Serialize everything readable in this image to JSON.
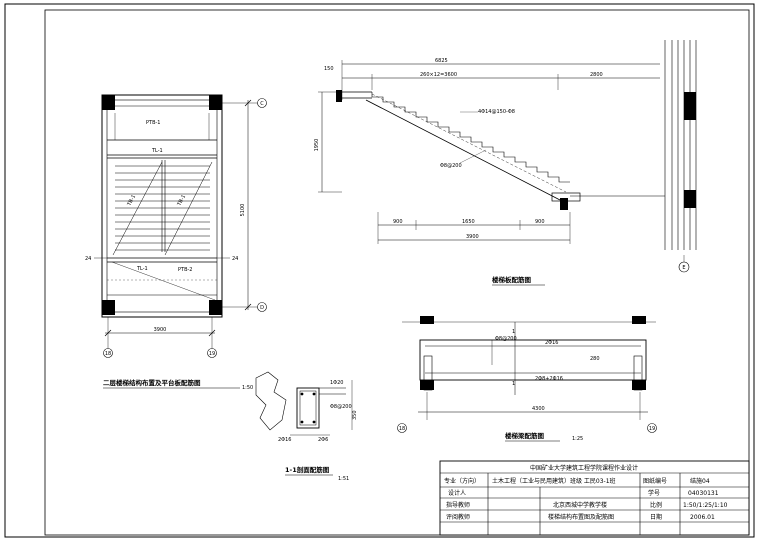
{
  "plan": {
    "dim_width": "3900",
    "dim_height": "5100",
    "axis_left": "18",
    "axis_right": "19",
    "axis_top": "C",
    "axis_bottom": "D",
    "level_left": "24",
    "level_right": "24",
    "tag_ptb1": "PTB-1",
    "tag_tl1": "TL-1",
    "tag_tl2": "TL-1",
    "tag_ptb2": "PTB-2",
    "tag_tb1": "TB-1",
    "tag_tb2": "TB-1",
    "title": "二层楼梯结构布置及平台板配筋图",
    "scale": "1:50"
  },
  "stair_section": {
    "dim_top": "6825",
    "dim_steps": "260×12=3600",
    "dim_right": "2800",
    "dim_left_small": "150",
    "dim_rise": "1950",
    "note_bar": "Φ8@200",
    "note_top": "4Φ14@150-Φ8",
    "dim_b1": "900",
    "dim_b2": "1650",
    "dim_b3": "900",
    "dim_total": "3900",
    "axis_e": "E",
    "title": "楼梯板配筋图"
  },
  "detail": {
    "dim_top": "1Φ20",
    "dim_side": "350",
    "label_mid": "Φ8@200",
    "dim_bottom1": "2Φ16",
    "dim_bottom2": "2Φ6",
    "title": "1-1剖面配筋图",
    "scale": "1:51"
  },
  "beam": {
    "mark_top": "1",
    "mark_bottom": "1",
    "note_top": "Φ8@200",
    "note_right": "2Φ16",
    "note_left": "280",
    "note_bottom": "2Φ8+2Φ16",
    "dim_total": "4300",
    "axis_left": "18",
    "axis_right": "19",
    "title": "楼梯梁配筋图",
    "scale": "1:25"
  },
  "title_block": {
    "header": "中国矿业大学建筑工程学院课程作业设计",
    "r1_c1": "专业（方向）",
    "r1_c2": "土木工程（工业与民用建筑）班级 工民03-1班",
    "r1_c3": "图纸编号",
    "r1_c4": "结施04",
    "r2_c1": "设计人",
    "r2_c3": "学号",
    "r2_c4": "04030131",
    "r3_c1": "指导教师",
    "r3_c2": "北京西城中学教学楼",
    "r3_c3": "比例",
    "r3_c4": "1:50/1:25/1:10",
    "r4_c1": "评阅教师",
    "r4_c2": "楼梯结构布置图及配筋图",
    "r4_c3": "日期",
    "r4_c4": "2006.01"
  }
}
